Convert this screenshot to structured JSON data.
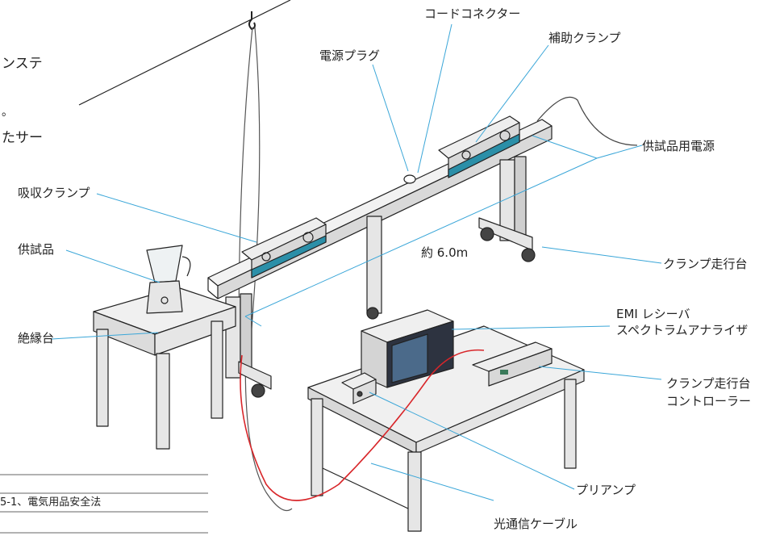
{
  "left_text": {
    "line1": "ンステ",
    "line2": "。",
    "line3": "たサー",
    "table_text": "5-1、電気用品安全法"
  },
  "labels": {
    "cord_connector": "コードコネクター",
    "aux_clamp": "補助クランプ",
    "power_plug": "電源プラグ",
    "eut_power": "供試品用電源",
    "absorbing_clamp": "吸収クランプ",
    "eut": "供試品",
    "distance": "約 6.0m",
    "clamp_carriage": "クランプ走行台",
    "insulating_table": "絶縁台",
    "emi_receiver_line1": "EMI レシーバ",
    "emi_receiver_line2": "スペクトラムアナライザ",
    "carriage_controller_line1": "クランプ走行台",
    "carriage_controller_line2": "コントローラー",
    "preamp": "プリアンプ",
    "optical_cable": "光通信ケーブル"
  },
  "colors": {
    "leader": "#3aa6d8",
    "red_cable": "#d8262a",
    "clamp_accent": "#2b8fa8",
    "outline": "#222222"
  }
}
